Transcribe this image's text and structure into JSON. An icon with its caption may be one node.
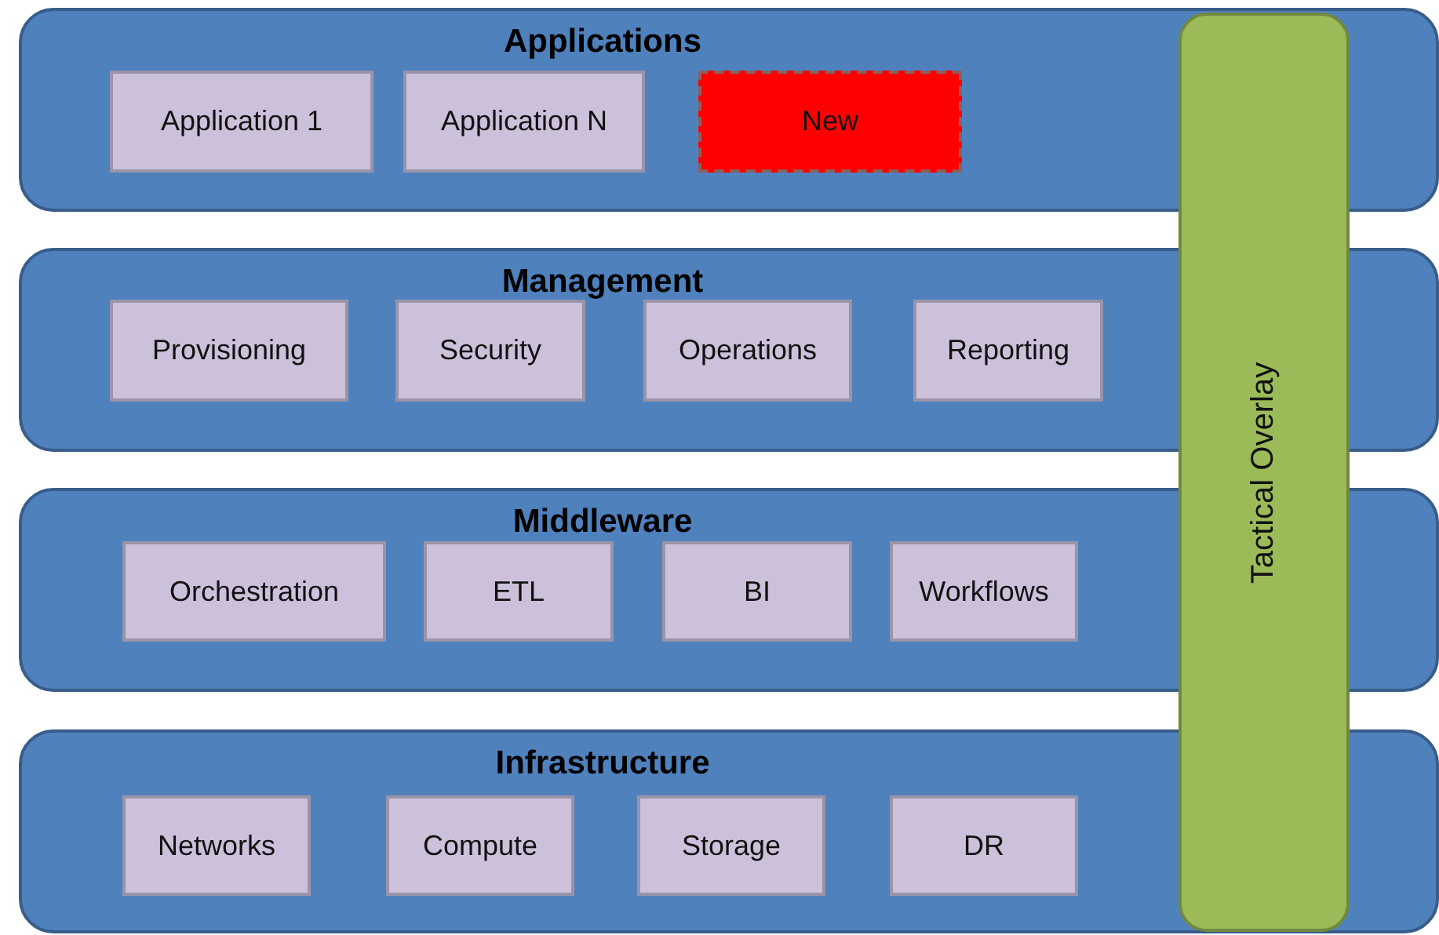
{
  "diagram": {
    "nodes": [
      {
        "text": [
          "Applications"
        ]
      },
      {
        "text": [
          "Application 1"
        ],
        "in": 0
      },
      {
        "text": [
          "Application N"
        ],
        "in": 0
      },
      {
        "text": [
          "New"
        ],
        "in": 0
      },
      {
        "text": [
          "Management"
        ]
      },
      {
        "text": [
          "Provisioning"
        ],
        "in": 4
      },
      {
        "text": [
          "Security"
        ],
        "in": 4
      },
      {
        "text": [
          "Operations"
        ],
        "in": 4
      },
      {
        "text": [
          "Reporting"
        ],
        "in": 4
      },
      {
        "text": [
          "Middleware"
        ]
      },
      {
        "text": [
          "Orchestration"
        ],
        "in": 9
      },
      {
        "text": [
          "ETL"
        ],
        "in": 9
      },
      {
        "text": [
          "BI"
        ],
        "in": 9
      },
      {
        "text": [
          "Workflows"
        ],
        "in": 9
      },
      {
        "text": [
          "Infrastructure"
        ]
      },
      {
        "text": [
          "Networks"
        ],
        "in": 14
      },
      {
        "text": [
          "Compute"
        ],
        "in": 14
      },
      {
        "text": [
          "Storage"
        ],
        "in": 14
      },
      {
        "text": [
          "DR"
        ],
        "in": 14
      },
      {
        "text": [
          "Tactical Overlay"
        ]
      }
    ]
  }
}
